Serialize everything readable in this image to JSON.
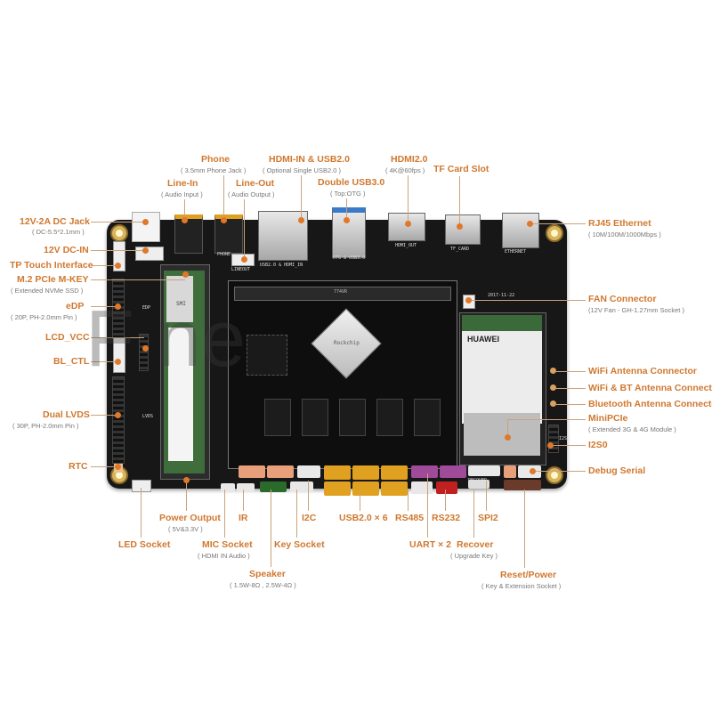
{
  "diagram": {
    "subject": "Single board computer interface layout",
    "board_silkscreen": {
      "hdmi_in_usb": "USB2.0 & HDMI_IN",
      "otg_usb": "OTG & USB3.0",
      "hdmi_out": "HDMI_OUT",
      "tf_card": "TF_CARD",
      "ethernet": "ETHERNET",
      "lineout": "LINEOUT",
      "phone": "PHONE",
      "date": "2017-11-22",
      "edp": "EDP",
      "lvds": "LVDS",
      "som_marking": "774VR",
      "i2s0": "I2S0",
      "recover": "RECOVER",
      "ssd_brand": "SMI",
      "modem_brand": "HUAWEI",
      "chip_brand": "Rockchip"
    },
    "watermark": "F   ne",
    "top_labels": [
      {
        "id": "phone",
        "title": "Phone",
        "sub": "( 3.5mm Phone Jack )"
      },
      {
        "id": "line_in",
        "title": "Line-In",
        "sub": "( Audio Input )"
      },
      {
        "id": "line_out",
        "title": "Line-Out",
        "sub": "( Audio Output )"
      },
      {
        "id": "hdmi_in",
        "title": "HDMI-IN & USB2.0",
        "sub": "( Optional Single USB2.0 )"
      },
      {
        "id": "usb3",
        "title": "Double USB3.0",
        "sub": "( Top:OTG )"
      },
      {
        "id": "hdmi2",
        "title": "HDMI2.0",
        "sub": "( 4K@60fps )"
      },
      {
        "id": "tf",
        "title": "TF Card Slot",
        "sub": ""
      }
    ],
    "left_labels": [
      {
        "id": "dc_jack",
        "title": "12V-2A DC Jack",
        "sub": "( DC-5.5*2.1mm )"
      },
      {
        "id": "dc_in",
        "title": "12V DC-IN",
        "sub": ""
      },
      {
        "id": "tp",
        "title": "TP Touch Interface",
        "sub": ""
      },
      {
        "id": "m2",
        "title": "M.2 PCIe M-KEY",
        "sub": "( Extended NVMe SSD )"
      },
      {
        "id": "edp",
        "title": "eDP",
        "sub": "( 20P, PH-2.0mm Pin )"
      },
      {
        "id": "lcd_vcc",
        "title": "LCD_VCC",
        "sub": ""
      },
      {
        "id": "bl_ctl",
        "title": "BL_CTL",
        "sub": ""
      },
      {
        "id": "lvds",
        "title": "Dual LVDS",
        "sub": "( 30P, PH-2.0mm Pin )"
      },
      {
        "id": "rtc",
        "title": "RTC",
        "sub": ""
      }
    ],
    "right_labels": [
      {
        "id": "rj45",
        "title": "RJ45 Ethernet",
        "sub": "( 10M/100M/1000Mbps )"
      },
      {
        "id": "fan",
        "title": "FAN Connector",
        "sub": "(12V Fan - GH-1.27mm Socket )"
      },
      {
        "id": "wifi_ant",
        "title": "WiFi Antenna Connector",
        "sub": ""
      },
      {
        "id": "wifi_bt_ant",
        "title": "WiFi & BT Antenna Connector",
        "sub": ""
      },
      {
        "id": "bt_ant",
        "title": "Bluetooth Antenna Connector",
        "sub": ""
      },
      {
        "id": "minipcie",
        "title": "MiniPCIe",
        "sub": "( Extended 3G & 4G Module )"
      },
      {
        "id": "i2s0",
        "title": "I2S0",
        "sub": ""
      },
      {
        "id": "debug",
        "title": "Debug Serial",
        "sub": ""
      }
    ],
    "bottom_labels": [
      {
        "id": "power_out",
        "title": "Power Output",
        "sub": "( 5V&3.3V )"
      },
      {
        "id": "ir",
        "title": "IR",
        "sub": ""
      },
      {
        "id": "i2c",
        "title": "I2C",
        "sub": ""
      },
      {
        "id": "usb2x6",
        "title": "USB2.0 × 6",
        "sub": ""
      },
      {
        "id": "rs485",
        "title": "RS485",
        "sub": ""
      },
      {
        "id": "rs232",
        "title": "RS232",
        "sub": ""
      },
      {
        "id": "spi2",
        "title": "SPI2",
        "sub": ""
      },
      {
        "id": "led",
        "title": "LED Socket",
        "sub": ""
      },
      {
        "id": "mic",
        "title": "MIC Socket",
        "sub": "( HDMI IN Audio )"
      },
      {
        "id": "key",
        "title": "Key Socket",
        "sub": ""
      },
      {
        "id": "uart",
        "title": "UART × 2",
        "sub": ""
      },
      {
        "id": "recover",
        "title": "Recover",
        "sub": "( Upgrade Key )"
      },
      {
        "id": "speaker",
        "title": "Speaker",
        "sub": "( 1.5W-8Ω , 2.5W-4Ω )"
      },
      {
        "id": "reset",
        "title": "Reset/Power",
        "sub": "( Key & Extension Socket )"
      }
    ],
    "colors": {
      "label": "#d0782f",
      "sublabel": "#777777",
      "leader_line": "#c9a37e",
      "board": "#171717",
      "usb_connector": "#e0a020",
      "uart_connector": "#a04a9a",
      "rs232_connector": "#c02020",
      "key_connector": "#2a6a2a",
      "salmon_connector": "#e8a07a"
    }
  }
}
